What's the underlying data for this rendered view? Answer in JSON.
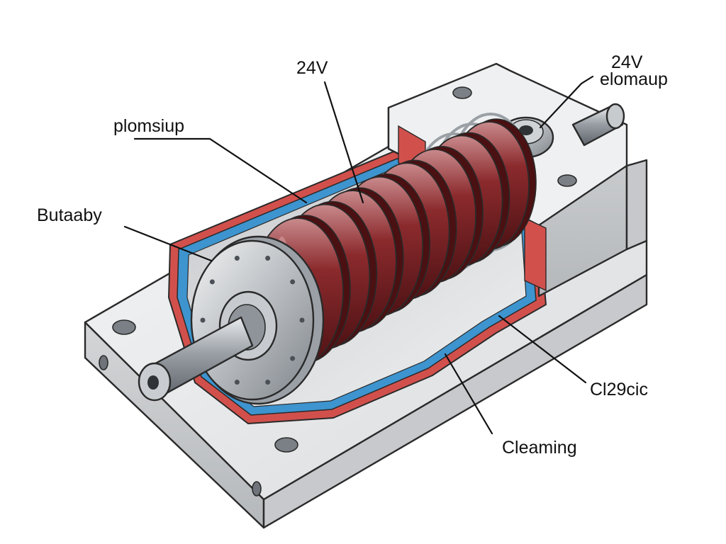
{
  "diagram": {
    "labels": {
      "top_center": "24V",
      "top_right_line1": "24V",
      "top_right_line2": "elomaup",
      "upper_left": "plomsiup",
      "left": "Butaaby",
      "right": "Cl29cic",
      "bottom": "Cleaming"
    },
    "colors": {
      "housing": "#e6e7e8",
      "housing_shade": "#c4c6c8",
      "coil": "#7a1f22",
      "coil_highlight": "#c9878a",
      "gasket_red": "#d2504c",
      "gasket_blue": "#3d94cf",
      "steel": "#aeb3b8",
      "outline": "#2a2a2a"
    }
  }
}
